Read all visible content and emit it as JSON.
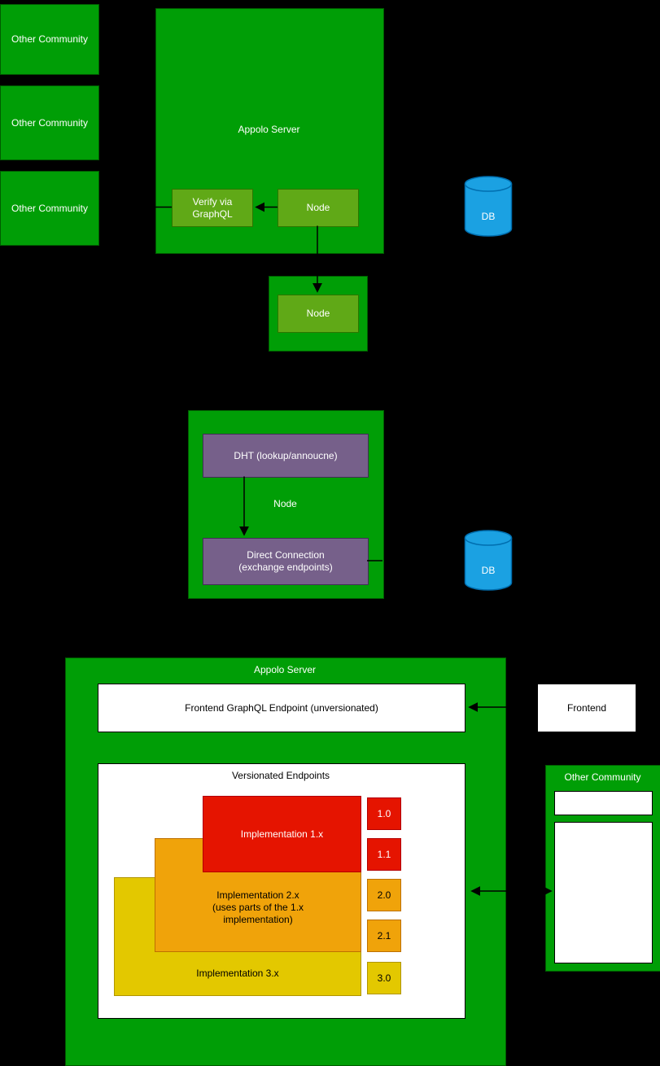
{
  "colors": {
    "bg": "#000000",
    "green": "#009E06",
    "greenBorder": "#005C00",
    "olive": "#60A917",
    "oliveBorder": "#2D7600",
    "purple": "#76608A",
    "purpleBorder": "#432D57",
    "blue": "#1BA1E2",
    "blueBorder": "#006EAF",
    "red": "#E51400",
    "redBorder": "#B20000",
    "orange": "#F0A30A",
    "orangeBorder": "#BD7000",
    "yellow": "#E3C800",
    "yellowBorder": "#B09500",
    "white": "#FFFFFF",
    "arrow": "#000000"
  },
  "top": {
    "other_communities": [
      {
        "label": "Other Community"
      },
      {
        "label": "Other Community"
      },
      {
        "label": "Other Community"
      }
    ],
    "appolo_server_title": "Appolo Server",
    "verify_label": "Verify via\nGraphQL",
    "node_label": "Node",
    "node2_label": "Node",
    "db_label": "DB"
  },
  "middle": {
    "dht_label": "DHT (lookup/annoucne)",
    "node_label": "Node",
    "direct_label": "Direct Connection\n(exchange endpoints)",
    "db_label": "DB"
  },
  "bottom": {
    "appolo_server_title": "Appolo Server",
    "frontend_endpoint_label": "Frontend GraphQL Endpoint (unversionated)",
    "versionated_title": "Versionated Endpoints",
    "impl1_label": "Implementation 1.x",
    "impl2_label": "Implementation 2.x\n(uses parts of the 1.x\nimplementation)",
    "impl3_label": "Implementation 3.x",
    "versions": [
      {
        "label": "1.0"
      },
      {
        "label": "1.1"
      },
      {
        "label": "2.0"
      },
      {
        "label": "2.1"
      },
      {
        "label": "3.0"
      }
    ],
    "frontend_label": "Frontend",
    "other_community_title": "Other Community"
  }
}
